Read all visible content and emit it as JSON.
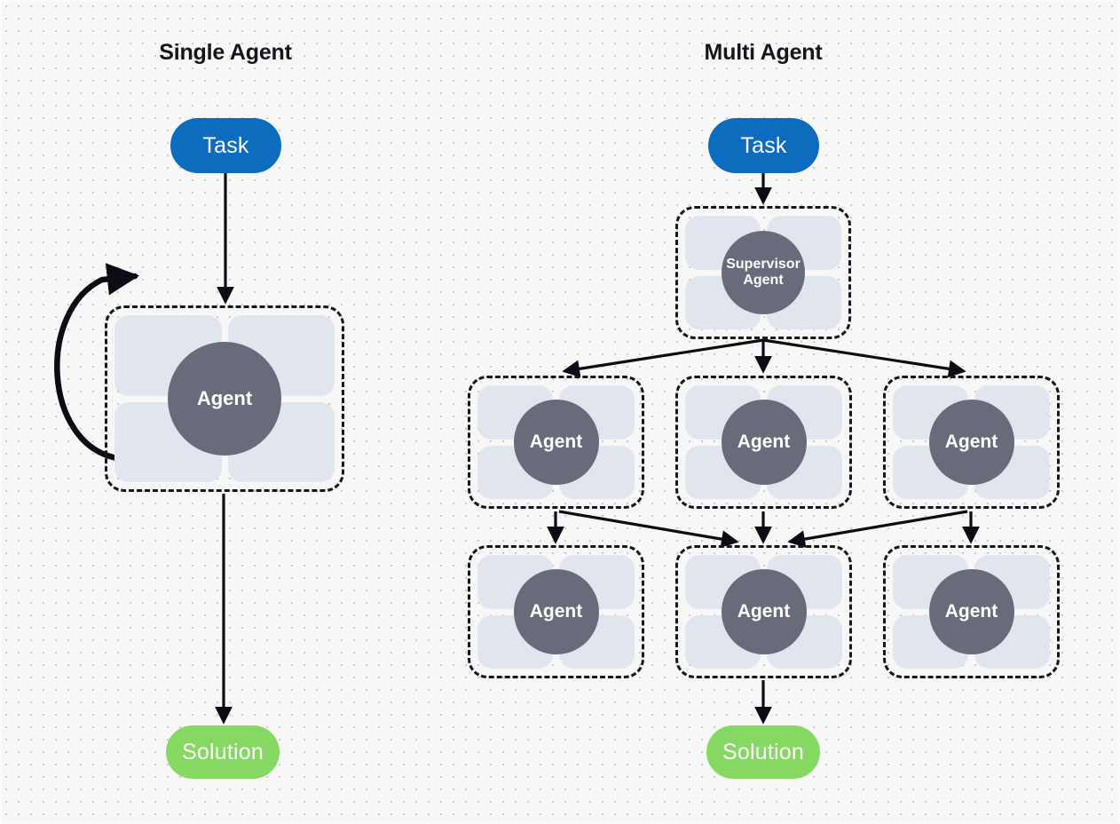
{
  "diagram": {
    "title_left": "Single Agent",
    "title_right": "Multi Agent",
    "colors": {
      "task_pill": "#0d6cbd",
      "solution_pill": "#85d862",
      "agent_circle": "#686b79",
      "agent_tile": "#e1e5ee",
      "edge_stroke": "#000000",
      "node_border": "#16171d",
      "canvas_background": "#f7f7f7",
      "dot_grid": "#c9c9d2",
      "node_label_text": "#ffffff",
      "title_text": "#15161c"
    }
  },
  "single_agent": {
    "title": "Single Agent",
    "task": {
      "label": "Task"
    },
    "agent": {
      "label": "Agent"
    },
    "solution": {
      "label": "Solution"
    },
    "edges": [
      {
        "name": "task-to-agent",
        "type": "straight-arrow"
      },
      {
        "name": "agent-self-loop",
        "type": "curved-arrow"
      },
      {
        "name": "agent-to-solution",
        "type": "straight-arrow"
      }
    ]
  },
  "multi_agent": {
    "title": "Multi Agent",
    "task": {
      "label": "Task"
    },
    "supervisor": {
      "label_line1": "Supervisor",
      "label_line2": "Agent"
    },
    "row_workers": [
      {
        "label": "Agent"
      },
      {
        "label": "Agent"
      },
      {
        "label": "Agent"
      }
    ],
    "row_subworkers": [
      {
        "label": "Agent"
      },
      {
        "label": "Agent"
      },
      {
        "label": "Agent"
      }
    ],
    "solution": {
      "label": "Solution"
    },
    "edges": [
      {
        "name": "task-to-supervisor",
        "type": "straight-arrow"
      },
      {
        "name": "supervisor-to-worker-left",
        "type": "straight-arrow"
      },
      {
        "name": "supervisor-to-worker-center",
        "type": "straight-arrow"
      },
      {
        "name": "supervisor-to-worker-right",
        "type": "straight-arrow"
      },
      {
        "name": "worker-left-to-sub-left",
        "type": "straight-arrow"
      },
      {
        "name": "worker-left-to-sub-center",
        "type": "straight-arrow"
      },
      {
        "name": "worker-center-to-sub-center",
        "type": "straight-arrow"
      },
      {
        "name": "worker-right-to-sub-right",
        "type": "straight-arrow"
      },
      {
        "name": "worker-right-to-sub-center",
        "type": "straight-arrow"
      },
      {
        "name": "sub-center-to-solution",
        "type": "straight-arrow"
      }
    ]
  }
}
